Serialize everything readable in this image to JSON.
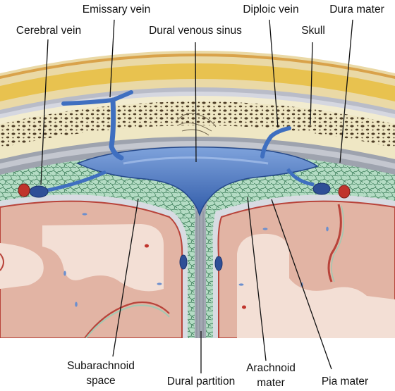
{
  "labels": {
    "emissary_vein": "Emissary vein",
    "diploic_vein": "Diploic vein",
    "dura_mater": "Dura mater",
    "cerebral_vein": "Cerebral vein",
    "dural_venous_sinus": "Dural venous sinus",
    "skull": "Skull",
    "subarachnoid_space_line1": "Subarachnoid",
    "subarachnoid_space_line2": "space",
    "dural_partition": "Dural partition",
    "arachnoid_mater_line1": "Arachnoid",
    "arachnoid_mater_line2": "mater",
    "pia_mater": "Pia mater"
  },
  "colors": {
    "scalp_yellow": "#e8c24f",
    "scalp_tan": "#ead9a6",
    "skull_cream": "#efe7c4",
    "spongy_bone": "#4e3d26",
    "dura_gray": "#a3a8b3",
    "venous_blue": "#3f6fc0",
    "arachnoid_green": "#b4dcc4",
    "brain_pink": "#e2b4a4",
    "white_matter": "#f3dfd5",
    "artery_red": "#c0342c"
  }
}
